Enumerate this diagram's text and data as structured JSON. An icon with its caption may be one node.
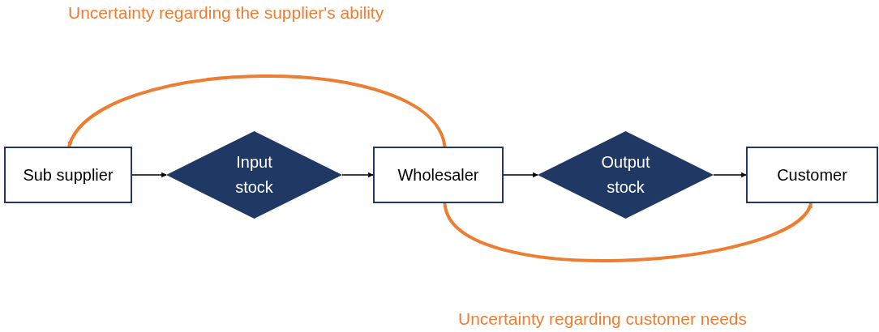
{
  "diagram": {
    "nodes": [
      {
        "text": [
          "Sub supplier"
        ]
      },
      {
        "text": [
          "Input stock"
        ]
      },
      {
        "text": [
          "Wholesaler"
        ]
      },
      {
        "text": [
          "Output stock"
        ]
      },
      {
        "text": [
          "Customer"
        ]
      }
    ],
    "edges": [
      {
        "from": 0,
        "to": 1,
        "arrow": "to"
      },
      {
        "from": 1,
        "to": 2,
        "arrow": "to"
      },
      {
        "from": 2,
        "to": 3,
        "arrow": "to"
      },
      {
        "from": 3,
        "to": 4,
        "arrow": "to"
      },
      {
        "from": 2,
        "to": 0,
        "arrow": "to",
        "style": "thick",
        "color": "#ed7d31"
      },
      {
        "from": 2,
        "to": 4,
        "arrow": "to",
        "style": "thick",
        "color": "#ed7d31"
      }
    ],
    "labels": [
      "Uncertainty regarding the supplier's ability",
      "Uncertainty regarding customer needs"
    ]
  }
}
